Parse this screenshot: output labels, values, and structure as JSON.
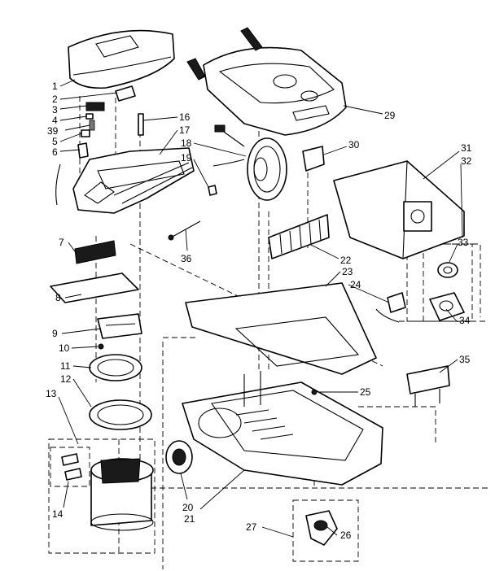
{
  "labels": {
    "p1": "1",
    "p2": "2",
    "p3": "3",
    "p4": "4",
    "p39": "39",
    "p5": "5",
    "p6": "6",
    "p7": "7",
    "p8": "8",
    "p9": "9",
    "p10": "10",
    "p11": "11",
    "p12": "12",
    "p13": "13",
    "p14": "14",
    "p16": "16",
    "p17": "17",
    "p18": "18",
    "p19": "19",
    "p20": "20",
    "p21": "21",
    "p22": "22",
    "p23": "23",
    "p24": "24",
    "p25": "25",
    "p26": "26",
    "p27": "27",
    "p29": "29",
    "p30": "30",
    "p31": "31",
    "p32": "32",
    "p33": "33",
    "p34": "34",
    "p35": "35",
    "p36": "36"
  }
}
